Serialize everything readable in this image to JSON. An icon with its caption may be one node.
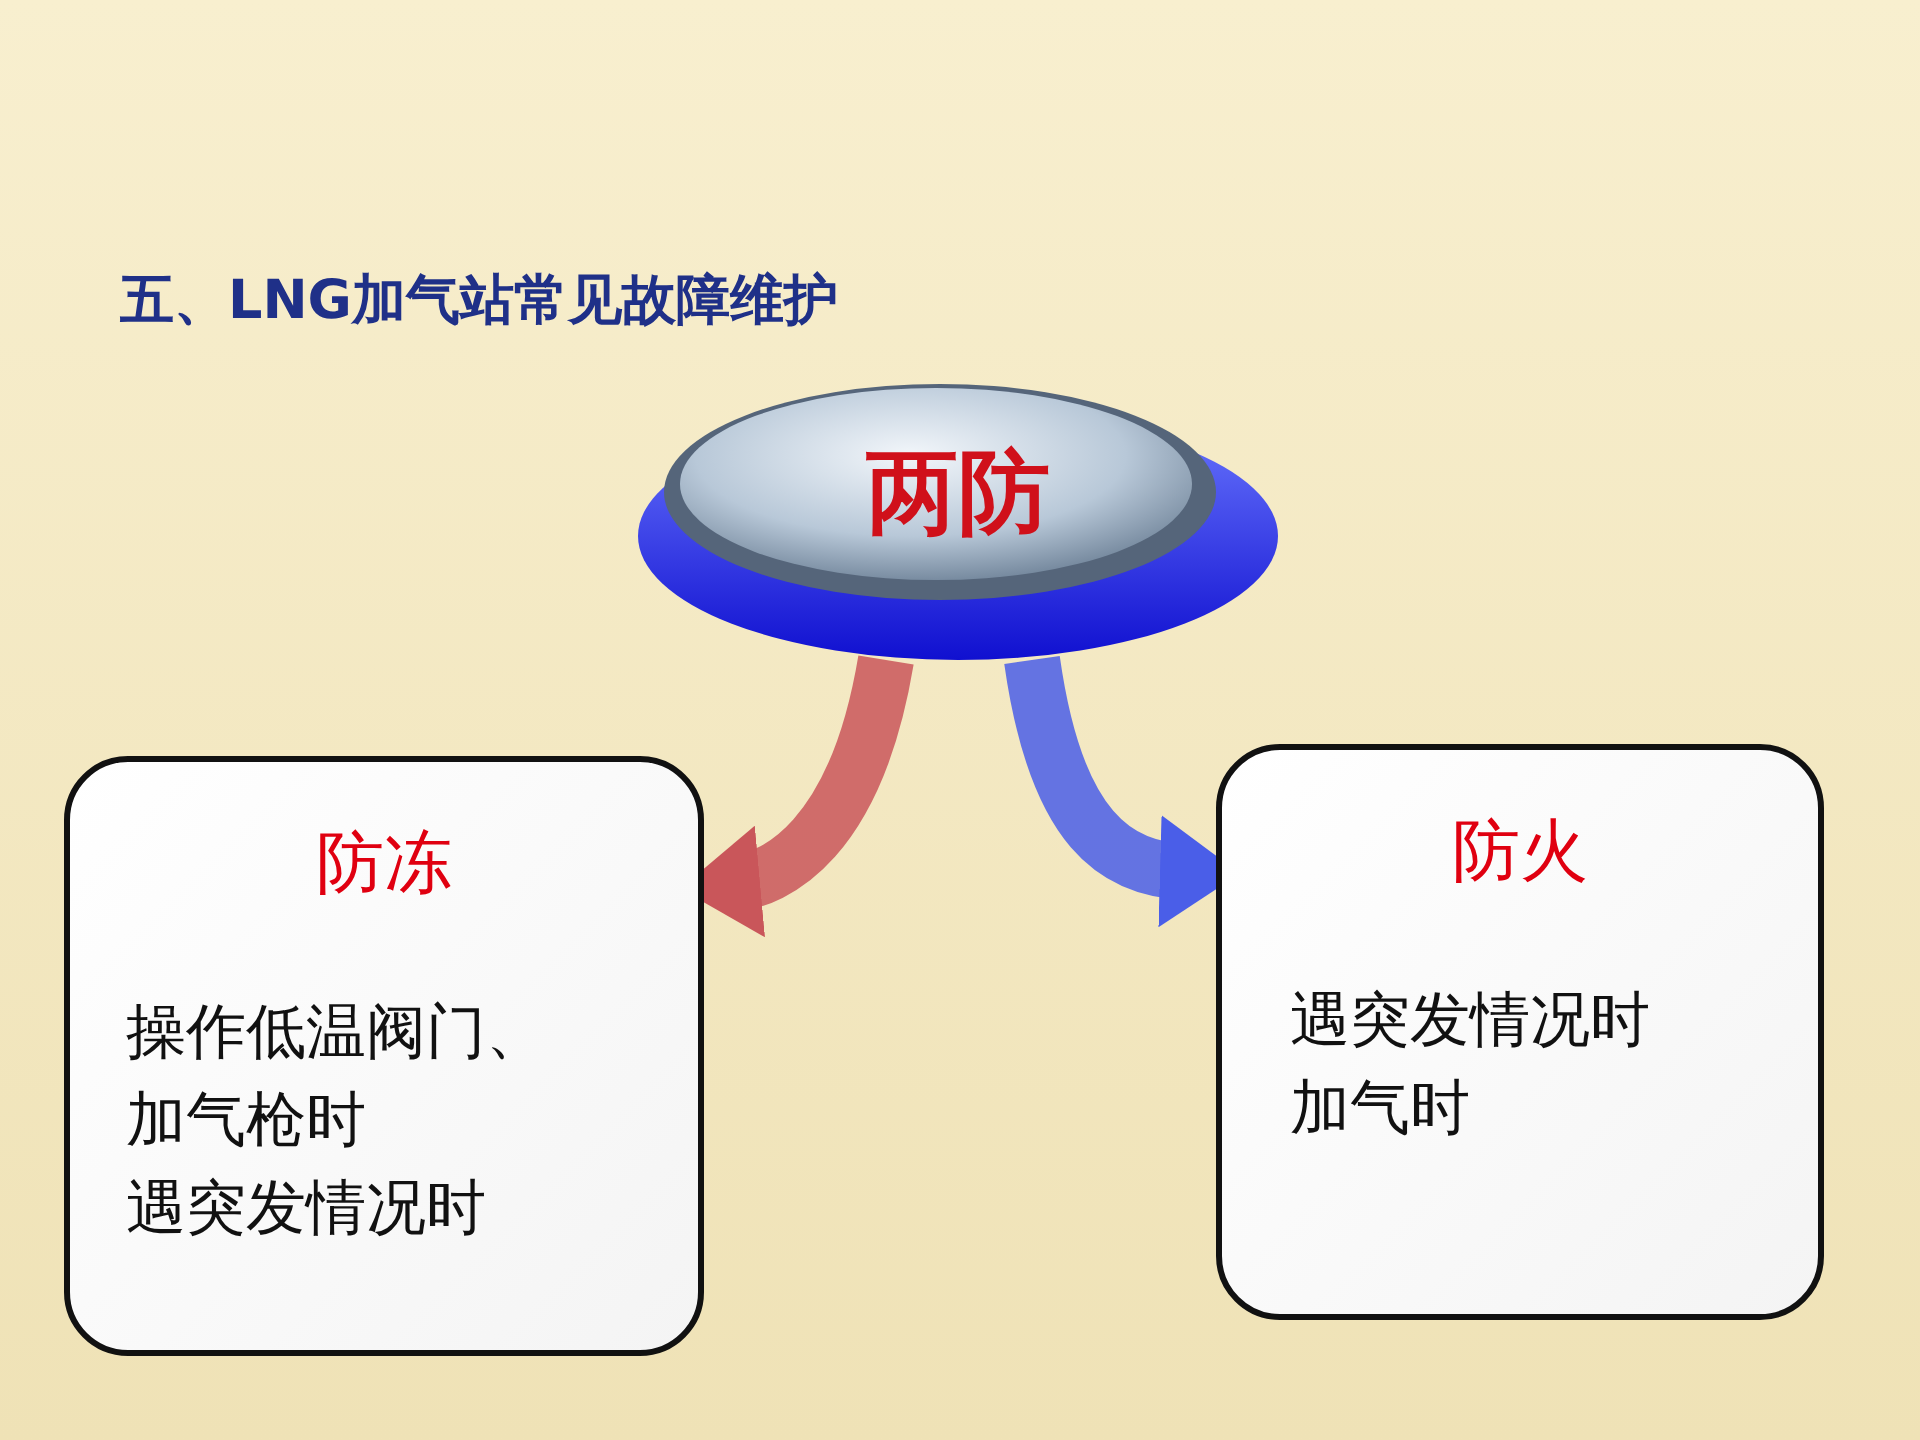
{
  "diagram": {
    "title": "五、LNG加气站常见故障维护",
    "nodes": [
      {
        "text": [
          "两防"
        ]
      },
      {
        "text": [
          "防冻",
          "操作低温阀门、加气枪时",
          "遇突发情况时"
        ]
      },
      {
        "text": [
          "防火",
          "遇突发情况时",
          "加气时"
        ]
      }
    ],
    "edges": [
      {
        "from": 0,
        "to": 1,
        "arrow": "to",
        "color": "#c9565a"
      },
      {
        "from": 0,
        "to": 2,
        "arrow": "to",
        "color": "#4a5ee8"
      }
    ]
  }
}
